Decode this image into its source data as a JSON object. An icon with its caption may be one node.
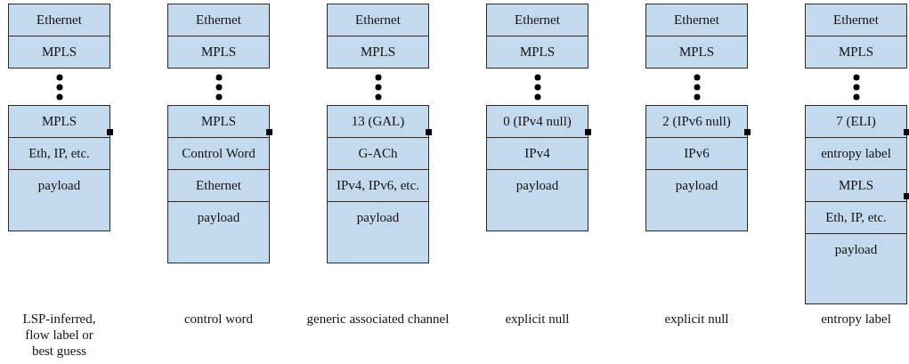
{
  "diagram": {
    "nodes": [
      {
        "text": [
          "Ethernet"
        ]
      },
      {
        "text": [
          "MPLS"
        ]
      },
      {
        "text": [
          "MPLS"
        ]
      },
      {
        "text": [
          "Eth, IP, etc."
        ]
      },
      {
        "text": [
          "payload"
        ]
      },
      {
        "text": [
          "Ethernet"
        ]
      },
      {
        "text": [
          "MPLS"
        ]
      },
      {
        "text": [
          "MPLS"
        ]
      },
      {
        "text": [
          "Control Word"
        ]
      },
      {
        "text": [
          "Ethernet"
        ]
      },
      {
        "text": [
          "payload"
        ]
      },
      {
        "text": [
          "Ethernet"
        ]
      },
      {
        "text": [
          "MPLS"
        ]
      },
      {
        "text": [
          "13 (GAL)"
        ]
      },
      {
        "text": [
          "G-ACh"
        ]
      },
      {
        "text": [
          "IPv4, IPv6, etc."
        ]
      },
      {
        "text": [
          "payload"
        ]
      },
      {
        "text": [
          "Ethernet"
        ]
      },
      {
        "text": [
          "MPLS"
        ]
      },
      {
        "text": [
          "0 (IPv4 null)"
        ]
      },
      {
        "text": [
          "IPv4"
        ]
      },
      {
        "text": [
          "payload"
        ]
      },
      {
        "text": [
          "Ethernet"
        ]
      },
      {
        "text": [
          "MPLS"
        ]
      },
      {
        "text": [
          "2 (IPv6 null)"
        ]
      },
      {
        "text": [
          "IPv6"
        ]
      },
      {
        "text": [
          "payload"
        ]
      },
      {
        "text": [
          "Ethernet"
        ]
      },
      {
        "text": [
          "MPLS"
        ]
      },
      {
        "text": [
          "7 (ELI)"
        ]
      },
      {
        "text": [
          "entropy label"
        ]
      },
      {
        "text": [
          "MPLS"
        ]
      },
      {
        "text": [
          "Eth, IP, etc."
        ]
      },
      {
        "text": [
          "payload"
        ]
      }
    ],
    "labels": [
      "LSP-inferred, flow label or best guess",
      "control word",
      "generic associated channel",
      "explicit null",
      "explicit null",
      "entropy label"
    ]
  }
}
